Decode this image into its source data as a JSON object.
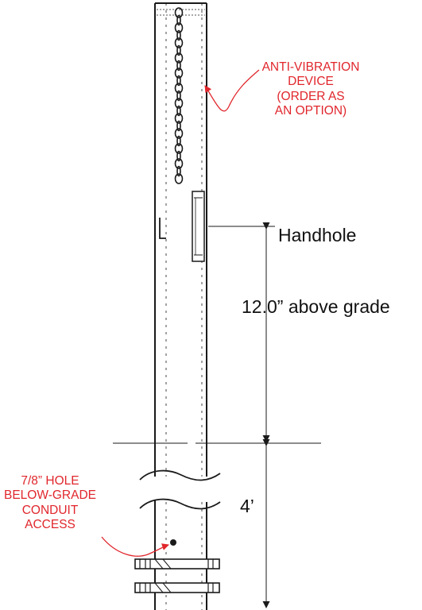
{
  "colors": {
    "line": "#1a1a1a",
    "accent": "#e0262c",
    "background": "#ffffff"
  },
  "callouts": {
    "anti_vibration": [
      "ANTI-VIBRATION",
      "DEVICE",
      "(ORDER AS",
      "AN OPTION)"
    ],
    "conduit_hole": [
      "7/8” HOLE",
      "BELOW-GRADE",
      "CONDUIT",
      "ACCESS"
    ]
  },
  "dimensions": {
    "handhole": "Handhole",
    "above_grade": "12.0” above grade",
    "embed_depth": "4’"
  }
}
